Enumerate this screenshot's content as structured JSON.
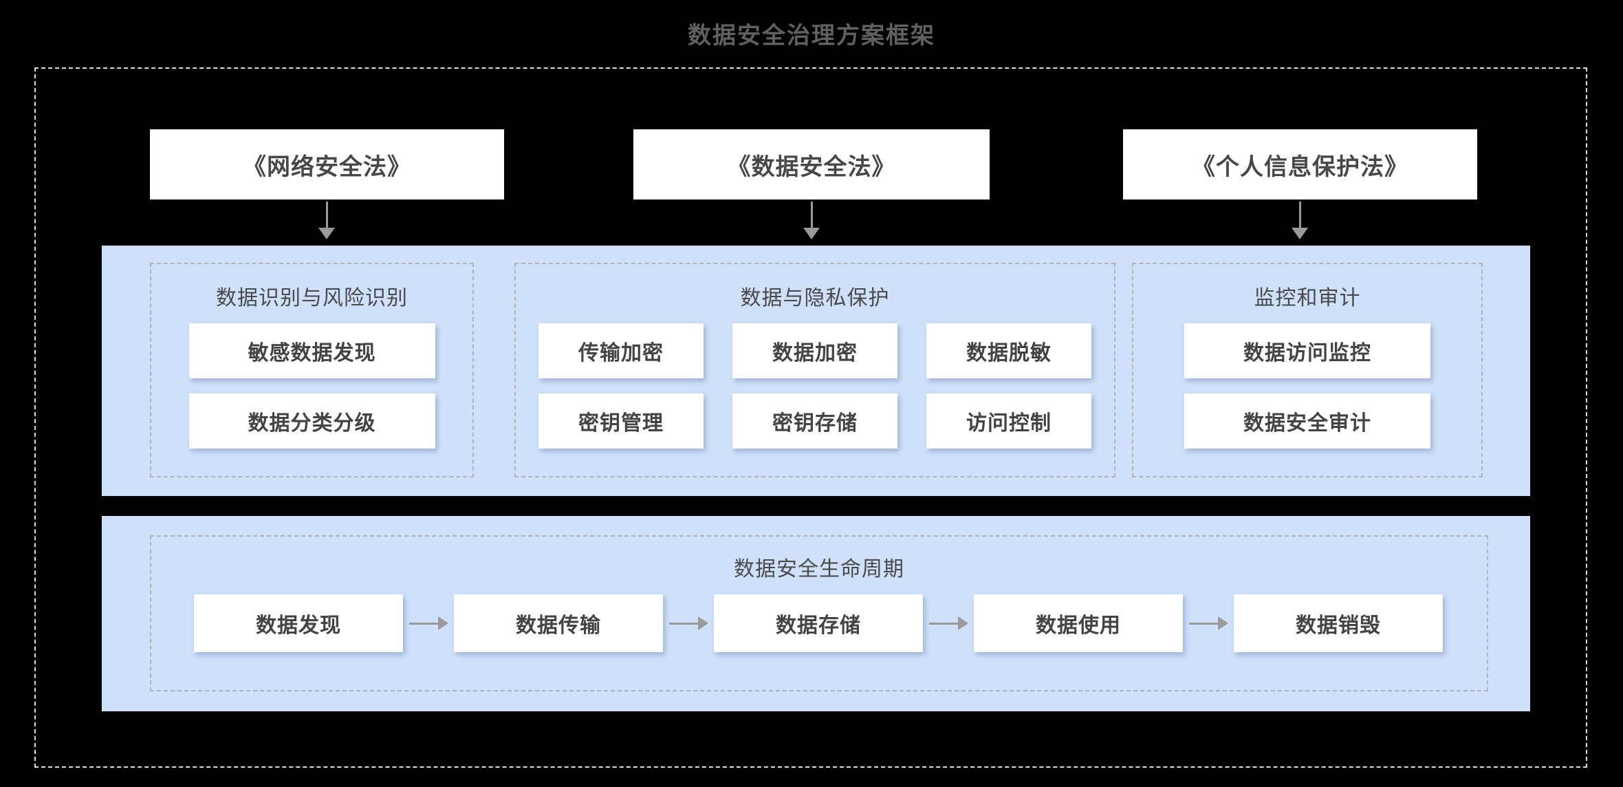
{
  "title": "数据安全治理方案框架",
  "laws": [
    {
      "label": "《网络安全法》"
    },
    {
      "label": "《数据安全法》"
    },
    {
      "label": "《个人信息保护法》"
    }
  ],
  "governance_panel": {
    "sections": [
      {
        "title": "数据识别与风险识别",
        "items": [
          "敏感数据发现",
          "数据分类分级"
        ]
      },
      {
        "title": "数据与隐私保护",
        "items": [
          "传输加密",
          "数据加密",
          "数据脱敏",
          "密钥管理",
          "密钥存储",
          "访问控制"
        ]
      },
      {
        "title": "监控和审计",
        "items": [
          "数据访问监控",
          "数据安全审计"
        ]
      }
    ]
  },
  "lifecycle_panel": {
    "title": "数据安全生命周期",
    "stages": [
      "数据发现",
      "数据传输",
      "数据存储",
      "数据使用",
      "数据销毁"
    ]
  },
  "colors": {
    "background": "#000000",
    "panel_blue": "#cfe0fa",
    "box_white": "#ffffff",
    "section_dash_gray": "#b3b3b3",
    "frame_dash_white": "#dcdcdc",
    "text_dark_gray": "#474747",
    "title_gray": "#606060",
    "arrow_gray": "#9a9a9a"
  }
}
